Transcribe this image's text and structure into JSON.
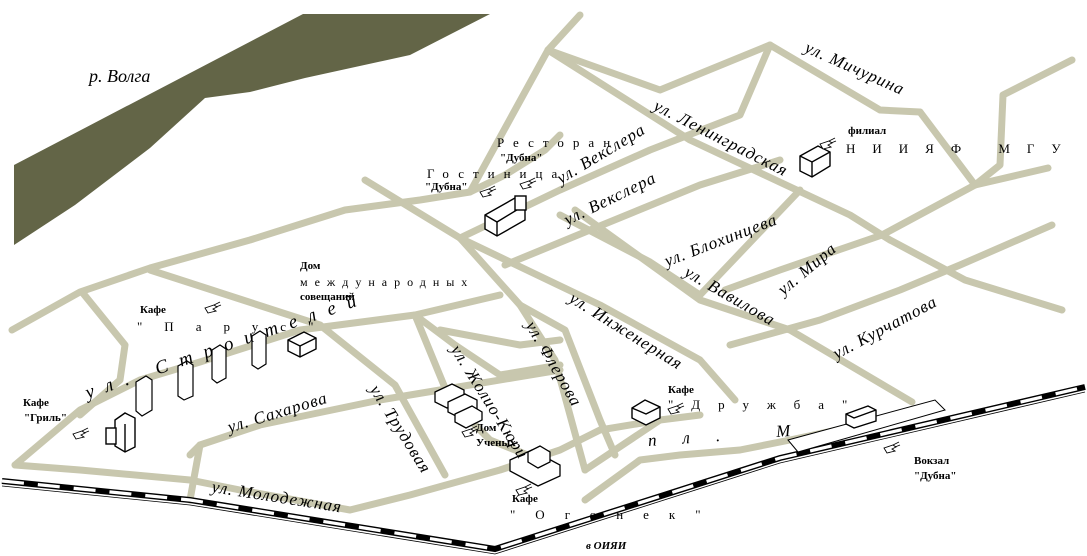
{
  "colors": {
    "river": "#636547",
    "road": "#c8c7ae",
    "rail_dark": "#000000",
    "rail_light": "#ffffff",
    "background": "#ffffff"
  },
  "labels": {
    "river": "р. Волга",
    "streets": {
      "michurina": "ул. Мичурина",
      "leningradskaya": "ул. Ленинградская",
      "veksplera_1": "ул. Векслера",
      "veksplera_2": "ул. Векслера",
      "blokhintseva": "ул. Блохинцева",
      "vavilova": "ул. Вавилова",
      "mira": "ул. Мира",
      "kurchatova": "ул. Курчатова",
      "inzhenernaya": "ул. Инженерная",
      "flerova": "ул. Флерова",
      "zholio_kyuri": "ул. Жолио-Кюри",
      "trudovaya": "ул. Трудовая",
      "sakharova": "ул. Сахарова",
      "molodezhnaya": "ул. Молодежная",
      "stroiteley": "ул. Строителей",
      "ploshchad": "пл. М"
    },
    "poi": {
      "restaurant_title": "Ресторан",
      "restaurant_name": "\"Дубна\"",
      "hotel_title": "Гостиница",
      "hotel_name": "\"Дубна\"",
      "niiyaf_1": "филиал",
      "niiyaf_2": "НИИЯФ МГУ",
      "dom_mezh_1": "Дом",
      "dom_mezh_2": "международных",
      "dom_mezh_3": "совещаний",
      "cafe_parus_1": "Кафе",
      "cafe_parus_2": "\"Парус\"",
      "cafe_gril_1": "Кафе",
      "cafe_gril_2": "\"Гриль\"",
      "dom_uchenyh_1": "Дом",
      "dom_uchenyh_2": "Ученых",
      "cafe_druzhba_1": "Кафе",
      "cafe_druzhba_2": "\"Дружба\"",
      "cafe_ogonek_1": "Кафе",
      "cafe_ogonek_2": "\"Огонек\"",
      "station_1": "Вокзал",
      "station_2": "\"Дубна\"",
      "to_oiyan": "в ОИЯИ"
    },
    "icons": [
      "pointing-hand-icon",
      "building-icon",
      "tower-building-icon"
    ]
  }
}
